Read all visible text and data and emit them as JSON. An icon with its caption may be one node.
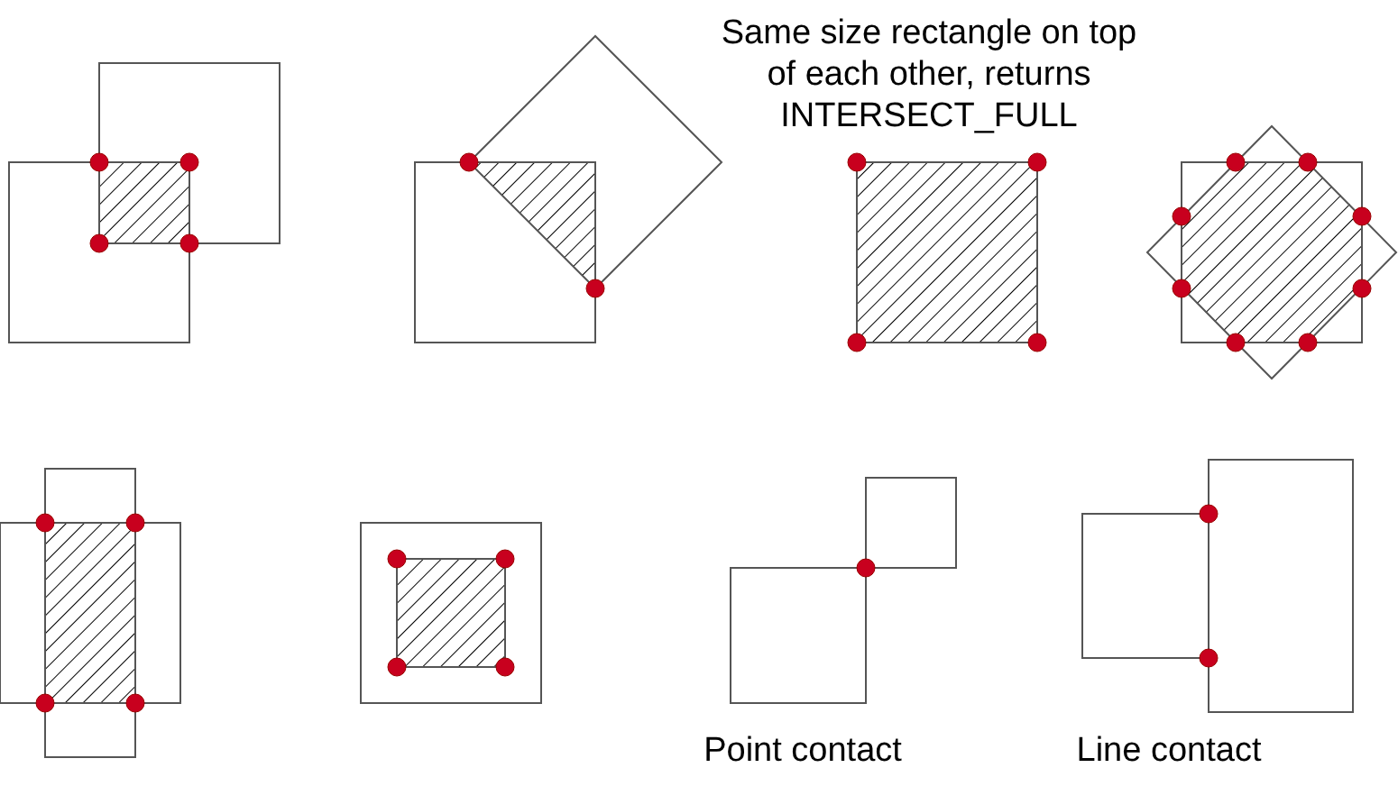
{
  "diagram": {
    "labels": [
      "Same size rectangle on top of each other, returns INTERSECT_FULL",
      "Point contact",
      "Line contact"
    ]
  }
}
